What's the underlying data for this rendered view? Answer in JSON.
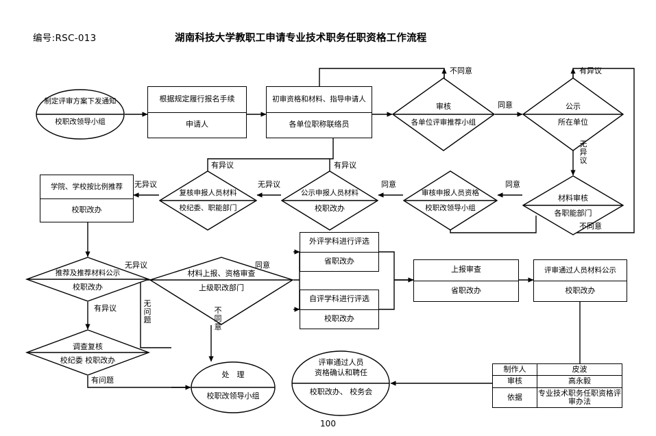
{
  "header": {
    "doc_number": "编号:RSC-013",
    "title": "湖南科技大学教职工申请专业技术职务任职资格工作流程",
    "page_number": "100"
  },
  "nodes": {
    "n1": {
      "top": "制定评审方案下发通知",
      "bottom": "校职改领导小组",
      "shape": "ellipse"
    },
    "n2": {
      "top": "根据规定履行报名手续",
      "bottom": "申请人",
      "shape": "rect"
    },
    "n3": {
      "top": "初审资格和材料、指导申请人",
      "bottom": "各单位职称联络员",
      "shape": "rect"
    },
    "n4": {
      "top": "审核",
      "bottom": "各单位评审推荐小组",
      "shape": "diamond"
    },
    "n5": {
      "top": "公示",
      "bottom": "所在单位",
      "shape": "diamond"
    },
    "n6": {
      "top": "材料审核",
      "bottom": "各职能部门",
      "shape": "diamond"
    },
    "n7": {
      "top": "审核申报人员资格",
      "bottom": "校职改领导小组",
      "shape": "diamond"
    },
    "n8": {
      "top": "公示申报人员材料",
      "bottom": "校职改办",
      "shape": "diamond"
    },
    "n9": {
      "top": "复核申报人员材料",
      "bottom": "校纪委、职能部门",
      "shape": "diamond"
    },
    "n10": {
      "top": "学院、学校按比例推荐",
      "bottom": "校职改办",
      "shape": "rect"
    },
    "n11": {
      "top": "推荐及推荐材料公示",
      "bottom": "校职改办",
      "shape": "diamond"
    },
    "n12": {
      "top": "材料上报、资格审查",
      "bottom": "上级职改部门",
      "shape": "diamond"
    },
    "n13": {
      "top": "外评学科进行评选",
      "bottom": "省职改办",
      "shape": "rect"
    },
    "n14": {
      "top": "自评学科进行评选",
      "bottom": "校职改办",
      "shape": "rect"
    },
    "n15": {
      "top": "上报审查",
      "bottom": "省职改办",
      "shape": "rect"
    },
    "n16": {
      "top": "评审通过人员材料公示",
      "bottom": "校职改办",
      "shape": "rect"
    },
    "n17": {
      "top": "调查复核",
      "bottom": "校纪委 校职改办",
      "shape": "diamond"
    },
    "n18": {
      "top": "处　理",
      "bottom": "校职改领导小组",
      "shape": "ellipse"
    },
    "n19": {
      "top1": "评审通过人员",
      "top2": "资格确认和聘任",
      "bottom": "校职改办、 校务会",
      "shape": "ellipse"
    }
  },
  "edge_labels": {
    "e1": "不同意",
    "e2": "同意",
    "e3": "有异议",
    "e4": "无异议",
    "e5": "不同意",
    "e6": "同意",
    "e7": "同意",
    "e8": "有异议",
    "e9": "无异议",
    "e10": "有异议",
    "e11": "无异议",
    "e12": "无异议",
    "e13": "同意",
    "e14": "有异议",
    "e15": "无问题",
    "e16": "不同意",
    "e17": "有问题"
  },
  "info_table": {
    "rows": [
      {
        "key": "制作人",
        "value": "皮波"
      },
      {
        "key": "审核",
        "value": "高永毅"
      },
      {
        "key": "依据",
        "value": "专业技术职务任职资格评审办法"
      }
    ]
  },
  "colors": {
    "line": "#000000",
    "background": "#ffffff"
  }
}
